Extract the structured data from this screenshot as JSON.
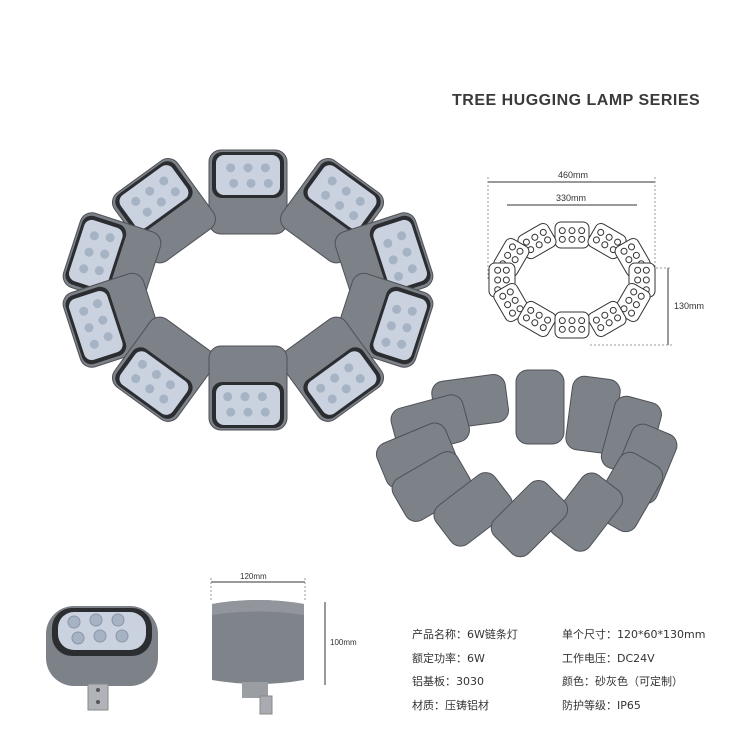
{
  "title": "TREE HUGGING LAMP SERIES",
  "drawing": {
    "outer_width": "460mm",
    "inner_width": "330mm",
    "height": "130mm"
  },
  "side_view": {
    "width": "120mm",
    "height": "100mm"
  },
  "specs": [
    {
      "label": "产品名称：",
      "value": "6W链条灯"
    },
    {
      "label": "单个尺寸：",
      "value": "120*60*130mm"
    },
    {
      "label": "额定功率：",
      "value": "6W"
    },
    {
      "label": "工作电压：",
      "value": "DC24V"
    },
    {
      "label": "铝基板：",
      "value": "3030"
    },
    {
      "label": "颜色：",
      "value": "砂灰色（可定制）"
    },
    {
      "label": "材质：",
      "value": "压铸铝材"
    },
    {
      "label": "防护等级：",
      "value": "IP65"
    }
  ],
  "colors": {
    "housing": "#7d8188",
    "housing_dark": "#4e5258",
    "lens": "#c9d2de"
  }
}
